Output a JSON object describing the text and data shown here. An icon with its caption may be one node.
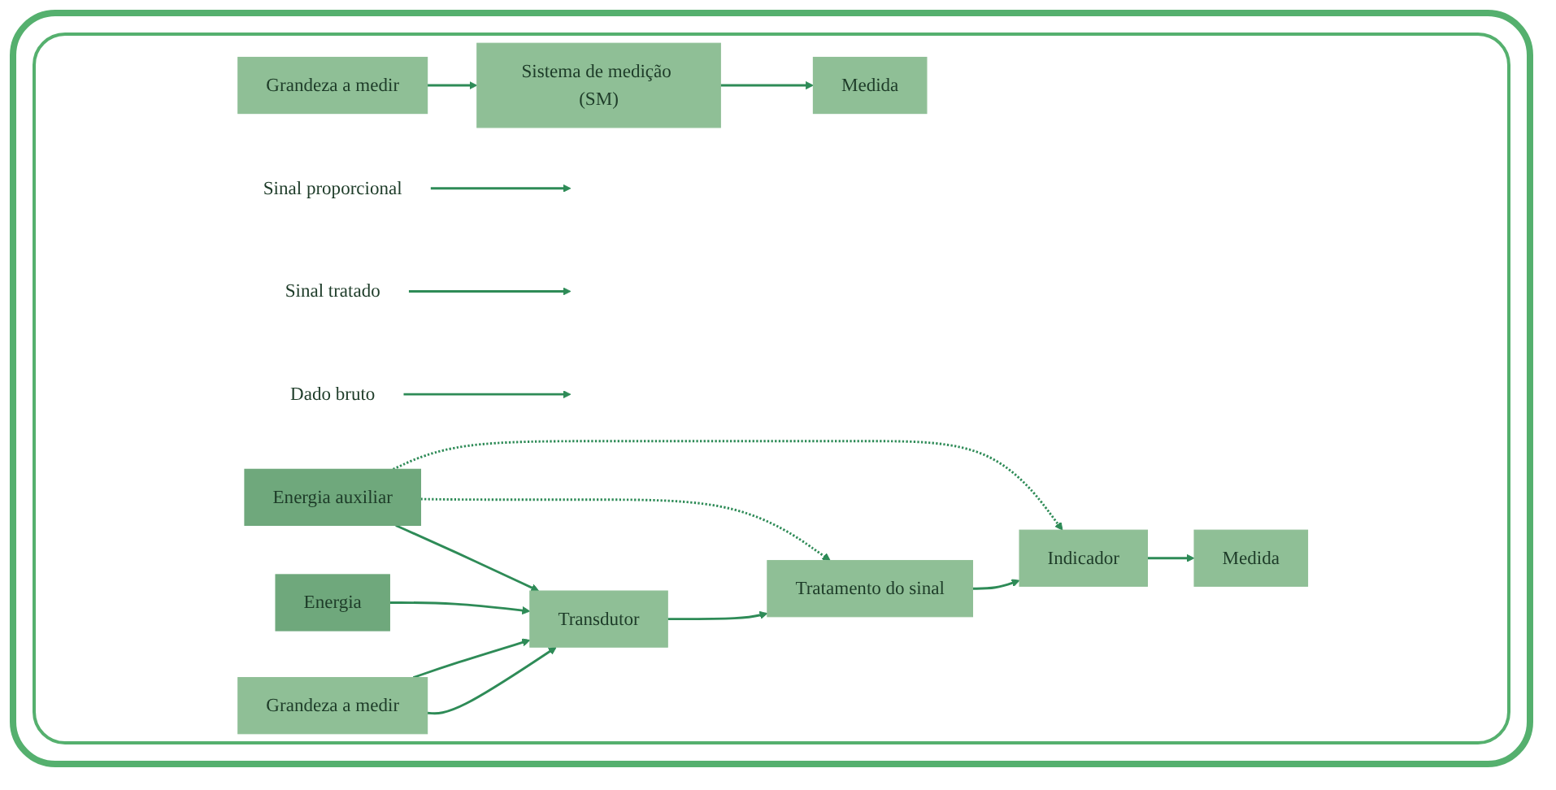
{
  "diagram": {
    "nodes": [
      {
        "text": [
          "Grandeza a medir"
        ]
      },
      {
        "text": [
          "Sistema de medição (SM)"
        ]
      },
      {
        "text": [
          "Medida"
        ]
      },
      {
        "text": [
          "Grandeza a medir"
        ]
      },
      {
        "text": [
          "Energia auxiliar"
        ]
      },
      {
        "text": [
          "Transdutor"
        ]
      },
      {
        "text": [
          "Tratamento do sinal"
        ]
      },
      {
        "text": [
          "Indicador"
        ]
      },
      {
        "text": [
          "Medida"
        ]
      },
      {
        "text": [
          "Energia"
        ]
      },
      {
        "text": [
          "Sinal proporcional"
        ]
      },
      {
        "text": [
          "Sinal tratado"
        ]
      },
      {
        "text": [
          "Dado bruto"
        ]
      }
    ],
    "edges": [
      {
        "from": 0,
        "to": 1,
        "arrow": "to"
      },
      {
        "from": 1,
        "to": 2,
        "arrow": "to"
      },
      {
        "from": 3,
        "to": 5,
        "arrow": "to"
      },
      {
        "from": 3,
        "to": 5,
        "arrow": "to"
      },
      {
        "from": 4,
        "to": 5,
        "arrow": "to"
      },
      {
        "from": 5,
        "to": 6,
        "arrow": "to"
      },
      {
        "from": 6,
        "to": 7,
        "arrow": "to"
      },
      {
        "from": 7,
        "to": 8,
        "arrow": "to"
      },
      {
        "from": 4,
        "to": 6,
        "arrow": "to",
        "style": "dashed"
      },
      {
        "from": 4,
        "to": 7,
        "arrow": "to",
        "style": "dashed"
      },
      {
        "from": 9,
        "to": 5,
        "arrow": "to"
      },
      {
        "from": 10,
        "to": null,
        "arrow": "to"
      },
      {
        "from": 11,
        "to": null,
        "arrow": "to"
      },
      {
        "from": 12,
        "to": null,
        "arrow": "to"
      }
    ]
  }
}
